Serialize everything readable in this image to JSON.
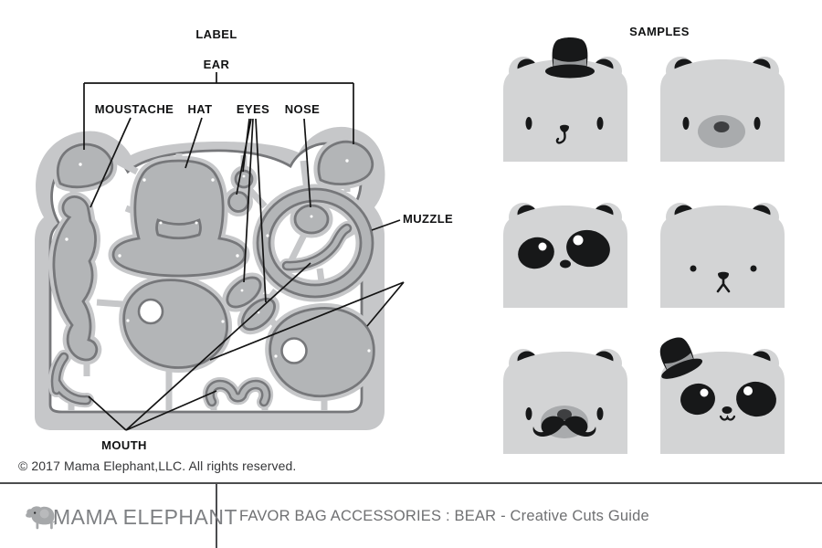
{
  "diagram": {
    "title_hint": "die-cut plate of bear favor-bag accessories",
    "labels": {
      "label": "LABEL",
      "ear": "EAR",
      "moustache": "MOUSTACHE",
      "hat": "HAT",
      "eyes": "EYES",
      "nose": "NOSE",
      "muzzle": "MUZZLE",
      "mouth": "MOUTH"
    }
  },
  "samples": {
    "title": "SAMPLES",
    "items": [
      {
        "name": "bear-with-top-hat",
        "features": "top hat, oval eyes, nose, hook mouth"
      },
      {
        "name": "bear-with-muzzle",
        "features": "oval eyes, gray muzzle, dark nose"
      },
      {
        "name": "panda-eye-patches",
        "features": "black eye patches with highlights, small nose"
      },
      {
        "name": "bear-minimal",
        "features": "dot eyes, nose with forked mouth"
      },
      {
        "name": "bear-with-moustache",
        "features": "oval eyes, gray muzzle, dark nose, moustache"
      },
      {
        "name": "panda-with-top-hat",
        "features": "tilted top hat, eye patches, nose, smile"
      }
    ]
  },
  "copyright": "© 2017 Mama Elephant,LLC. All rights reserved.",
  "footer": {
    "brand": "MAMA ELEPHANT",
    "title": "FAVOR BAG ACCESSORIES : BEAR - Creative Cuts Guide"
  },
  "colors": {
    "plate_light": "#c6c7c9",
    "piece_fill": "#b3b5b7",
    "piece_stroke": "#76777a",
    "callout_black": "#141414",
    "bear_body": "#d3d4d5",
    "feature_black": "#171819",
    "muzzle_gray": "#a9abad",
    "nose_dark": "#3e3f41",
    "hat_band": "#97999b",
    "footer_rule": "#4c4d4f",
    "brand_gray": "#7e8083",
    "footer_text": "#6f7072"
  }
}
